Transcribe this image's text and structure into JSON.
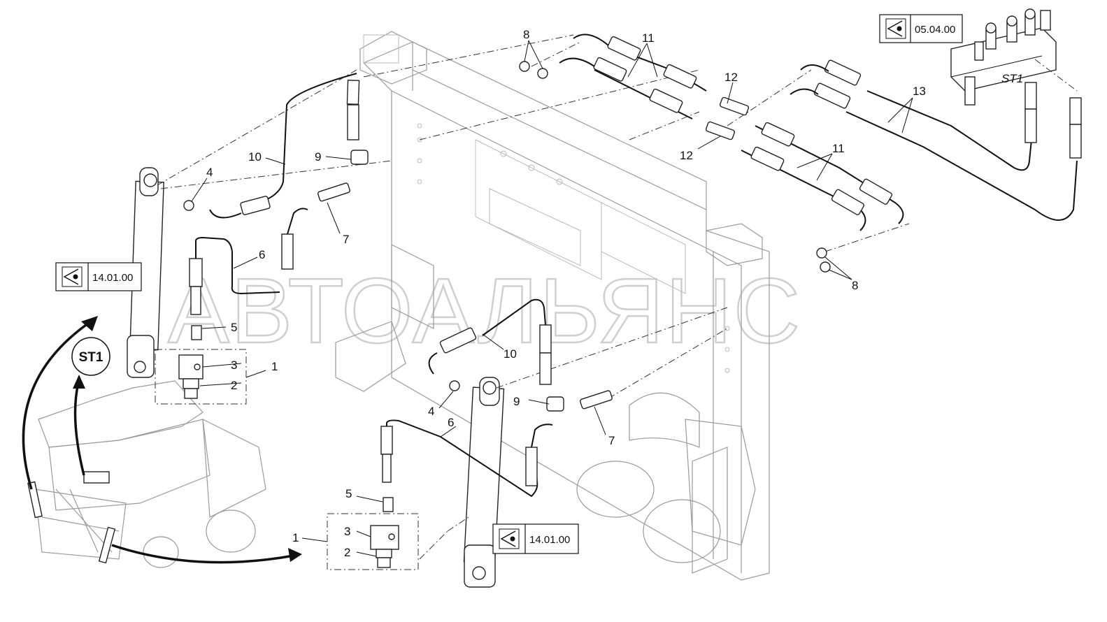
{
  "watermark": "АВТОАЛЬЯНС",
  "part_labels": {
    "p1": "1",
    "p2": "2",
    "p3": "3",
    "p4": "4",
    "p5": "5",
    "p6": "6",
    "p7": "7",
    "p8": "8",
    "p9": "9",
    "p10": "10",
    "p11": "11",
    "p12": "12",
    "p13": "13"
  },
  "view_refs": [
    {
      "label": "05.04.00",
      "icon": "eye-icon"
    },
    {
      "label": "14.01.00",
      "icon": "eye-icon"
    },
    {
      "label": "14.01.00",
      "icon": "eye-icon"
    }
  ],
  "detail_marker": "ST1",
  "manifold_marker": "ST1"
}
